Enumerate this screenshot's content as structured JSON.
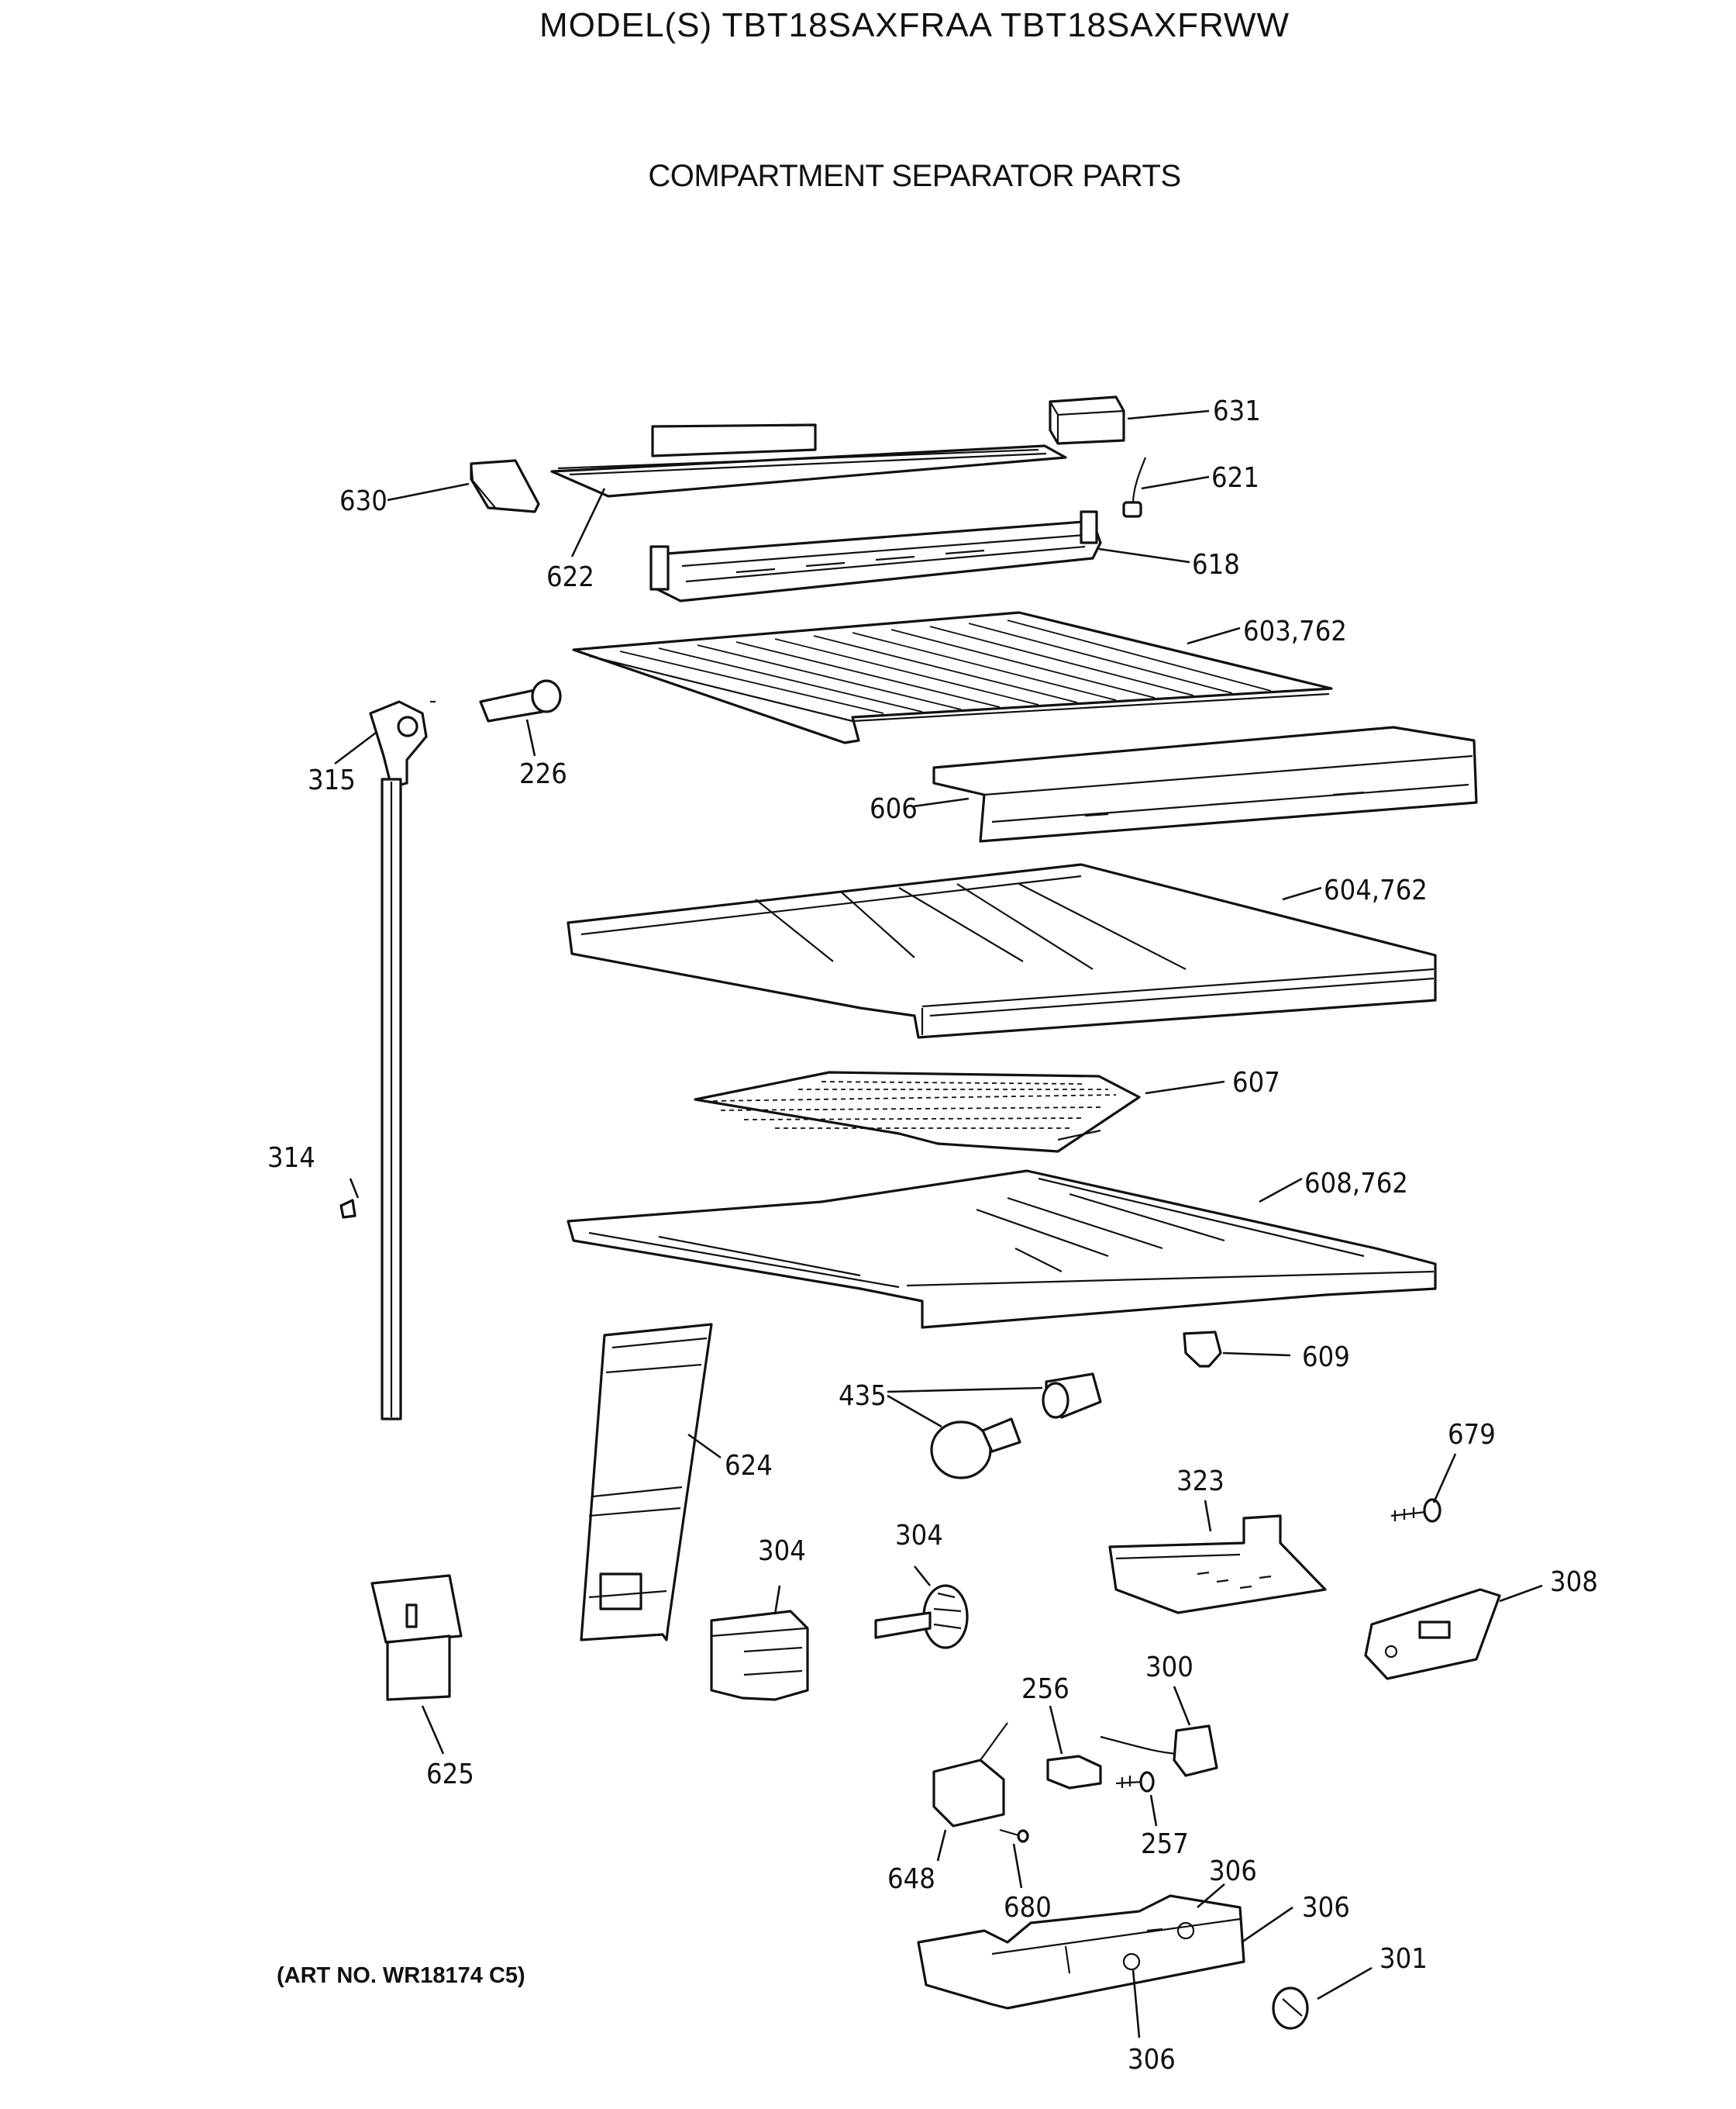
{
  "header": {
    "model": "MODEL(S) TBT18SAXFRAA  TBT18SAXFRWW",
    "section": "COMPARTMENT SEPARATOR PARTS"
  },
  "footer": {
    "art_no": "(ART NO. WR18174 C5)"
  },
  "callouts": {
    "c631": "631",
    "c621": "621",
    "c630": "630",
    "c622": "622",
    "c618": "618",
    "c603": "603,762",
    "c315": "315",
    "c226": "226",
    "c606": "606",
    "c604": "604,762",
    "c607": "607",
    "c314": "314",
    "c608": "608,762",
    "c609": "609",
    "c435": "435",
    "c624": "624",
    "c679": "679",
    "c323": "323",
    "c304a": "304",
    "c304b": "304",
    "c308": "308",
    "c300": "300",
    "c256": "256",
    "c625": "625",
    "c648": "648",
    "c257": "257",
    "c680": "680",
    "c306a": "306",
    "c306b": "306",
    "c301": "301",
    "c306c": "306"
  }
}
